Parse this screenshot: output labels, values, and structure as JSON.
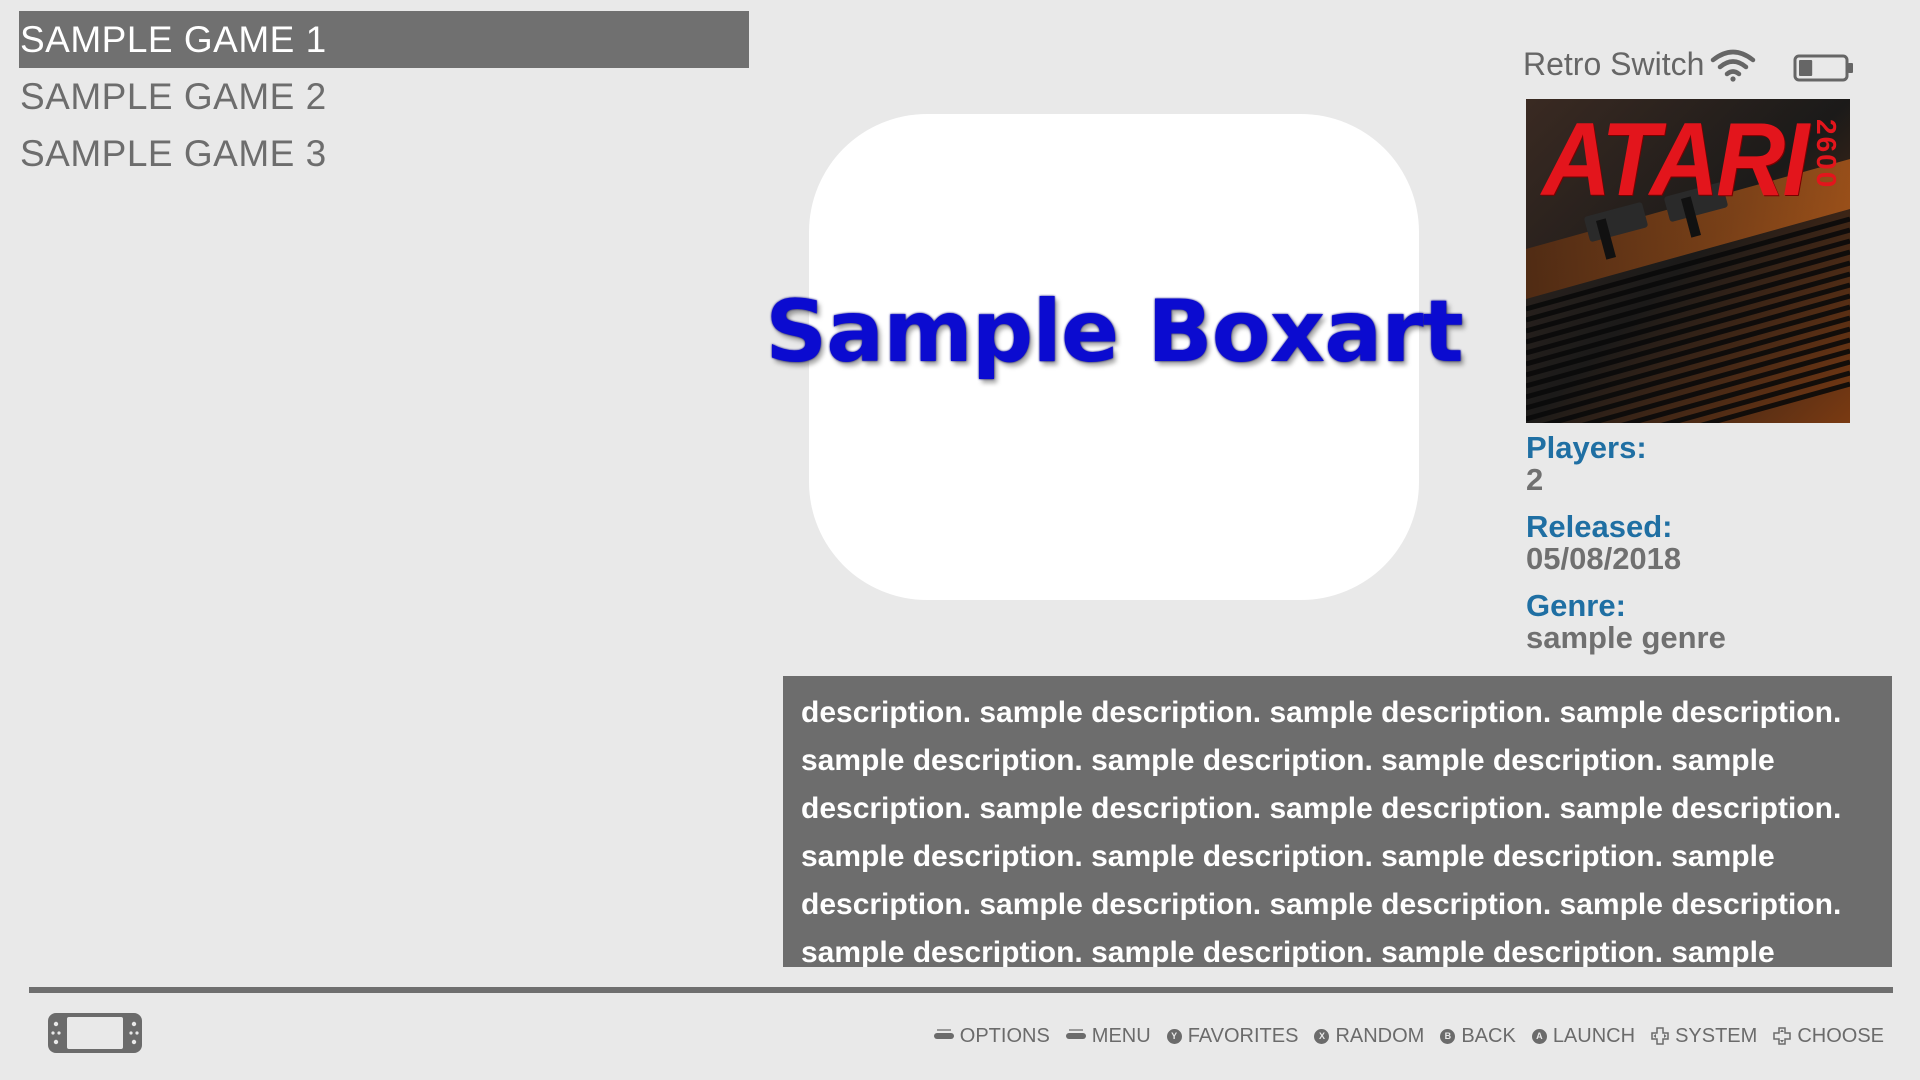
{
  "game_list": {
    "items": [
      {
        "label": "SAMPLE GAME 1",
        "selected": true
      },
      {
        "label": "SAMPLE GAME 2",
        "selected": false
      },
      {
        "label": "SAMPLE GAME 3",
        "selected": false
      }
    ]
  },
  "header": {
    "system_name": "Retro Switch",
    "wifi_icon": "wifi-icon",
    "battery_icon": "battery-icon",
    "battery_level": 0.3
  },
  "boxart": {
    "text": "Sample Boxart"
  },
  "system_image": {
    "brand": "ATARI",
    "model": "2600"
  },
  "metadata": {
    "players_label": "Players:",
    "players_value": "2",
    "released_label": "Released:",
    "released_value": "05/08/2018",
    "genre_label": "Genre:",
    "genre_value": "sample genre"
  },
  "description": {
    "text": "description. sample description. sample description. sample description. sample description. sample description. sample description. sample description. sample description. sample description. sample description. sample description. sample description. sample description. sample description. sample description. sample description. sample description. sample description. sample description. sample description. sample description. sample description. sample"
  },
  "footer": {
    "console_icon": "handheld-console-icon",
    "help": [
      {
        "glyph": "select",
        "label": "OPTIONS"
      },
      {
        "glyph": "start",
        "label": "MENU"
      },
      {
        "glyph": "Y",
        "label": "FAVORITES"
      },
      {
        "glyph": "X",
        "label": "RANDOM"
      },
      {
        "glyph": "B",
        "label": "BACK"
      },
      {
        "glyph": "A",
        "label": "LAUNCH"
      },
      {
        "glyph": "dpad-lr",
        "label": "SYSTEM"
      },
      {
        "glyph": "dpad-ud",
        "label": "CHOOSE"
      }
    ]
  },
  "colors": {
    "background": "#e9e9e9",
    "selection": "#707070",
    "accent_label": "#1f6fa3",
    "text": "#6e6e6e",
    "boxart_text": "#0b0bd0",
    "atari_red": "#e3151c"
  }
}
